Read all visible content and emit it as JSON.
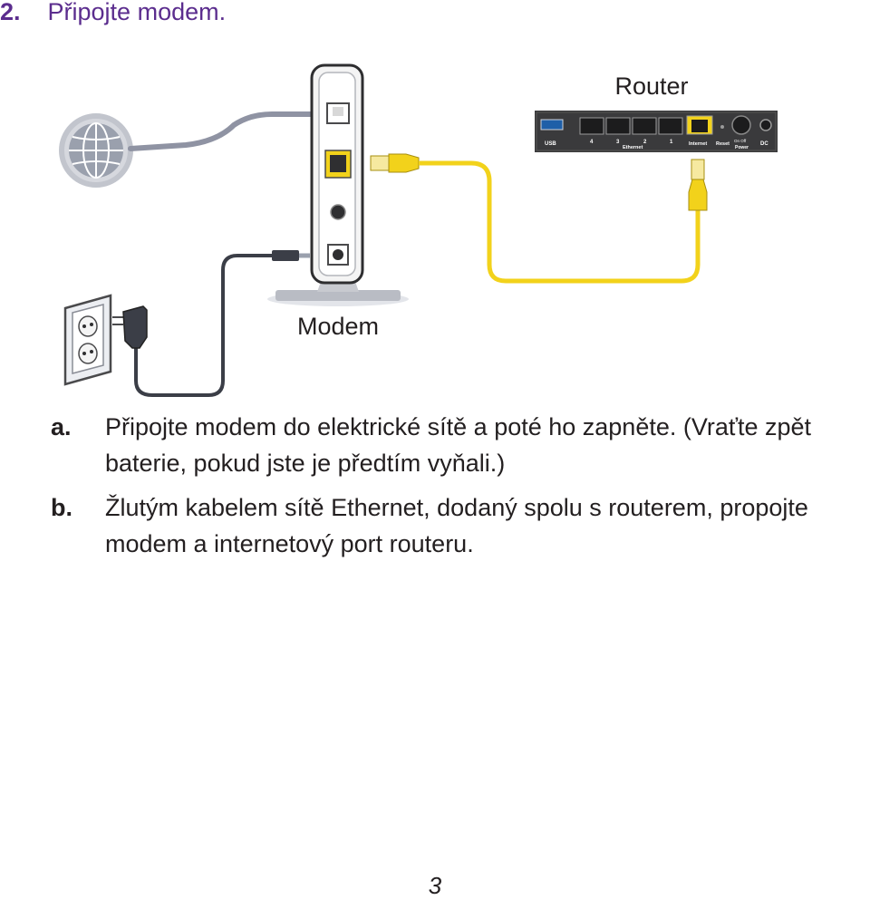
{
  "step": {
    "number": "2.",
    "title": "Připojte modem."
  },
  "diagram": {
    "router_label": "Router",
    "modem_label": "Modem",
    "router_port_labels": [
      "USB",
      "4",
      "3",
      "2",
      "1",
      "Ethernet",
      "Internet",
      "Reset",
      "On Off",
      "Power",
      "DC"
    ]
  },
  "instructions": [
    {
      "marker": "a.",
      "text": "Připojte modem do elektrické sítě a poté ho zapněte. (Vraťte zpět baterie, pokud jste je předtím vyňali.)"
    },
    {
      "marker": "b.",
      "text": "Žlutým kabelem sítě Ethernet, dodaný spolu s routerem, propojte modem a internetový port routeru."
    }
  ],
  "page_number": "3",
  "colors": {
    "heading": "#5b2d8e",
    "ethernet_cable": "#f2d21b",
    "router_body": "#3a3a3c",
    "modem_body": "#f4f4f4",
    "power_cable": "#3b3e47",
    "globe_cable": "#8f93a3"
  }
}
